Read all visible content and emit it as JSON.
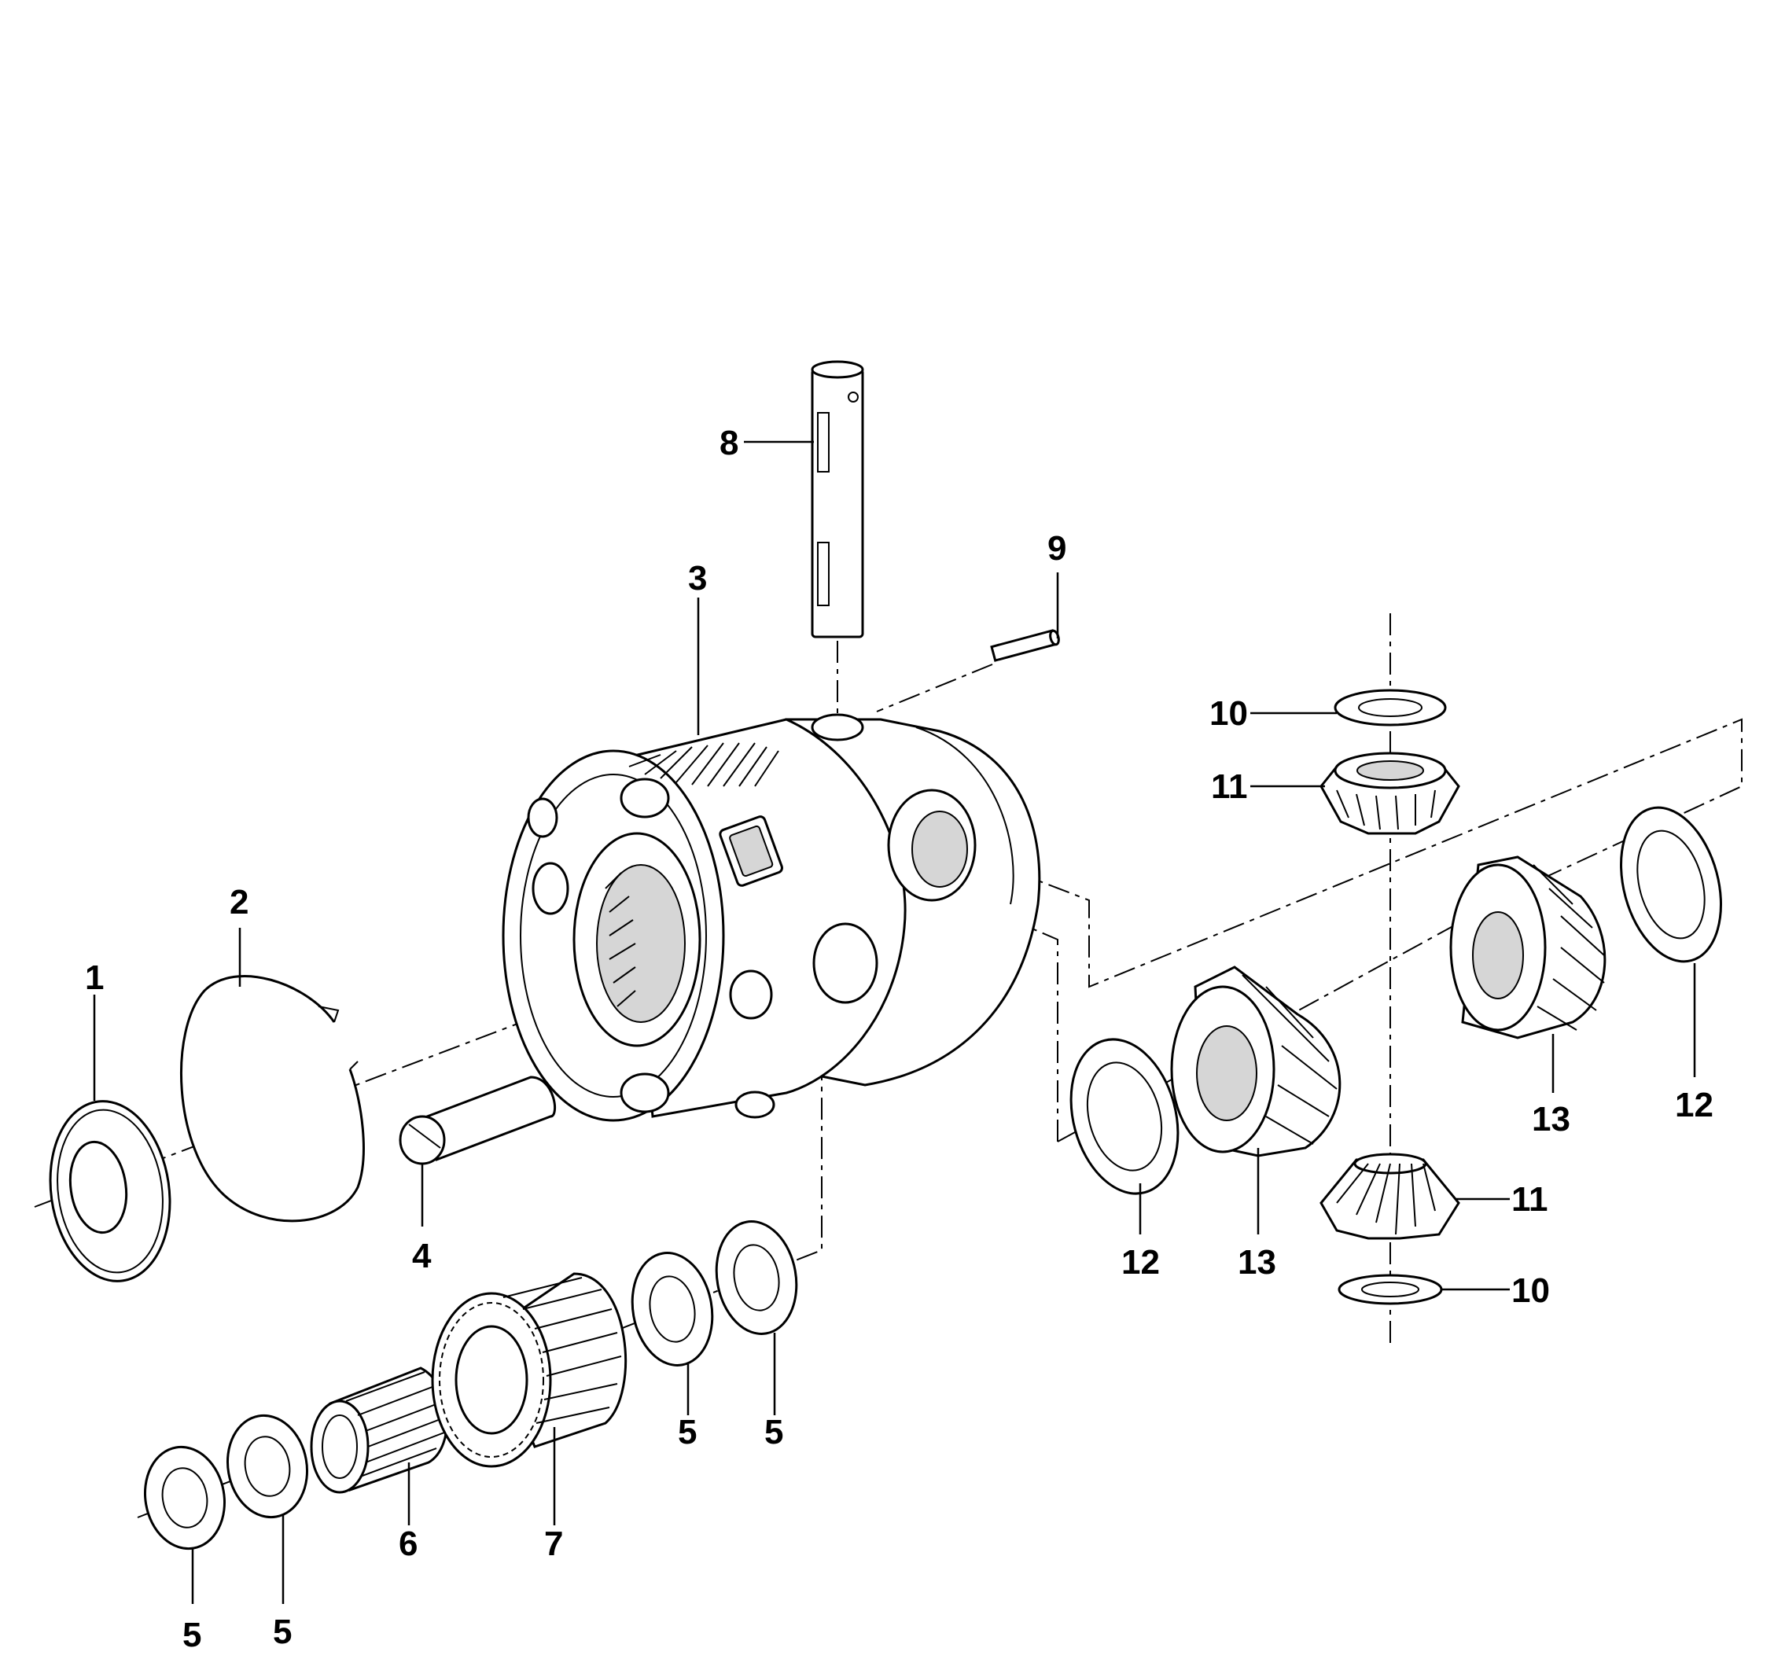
{
  "diagram": {
    "callouts": {
      "c1": "1",
      "c2": "2",
      "c3": "3",
      "c4": "4",
      "c5a": "5",
      "c5b": "5",
      "c5c": "5",
      "c5d": "5",
      "c6": "6",
      "c7": "7",
      "c8": "8",
      "c9": "9",
      "c10a": "10",
      "c10b": "10",
      "c11a": "11",
      "c11b": "11",
      "c12a": "12",
      "c12b": "12",
      "c13a": "13",
      "c13b": "13"
    }
  }
}
